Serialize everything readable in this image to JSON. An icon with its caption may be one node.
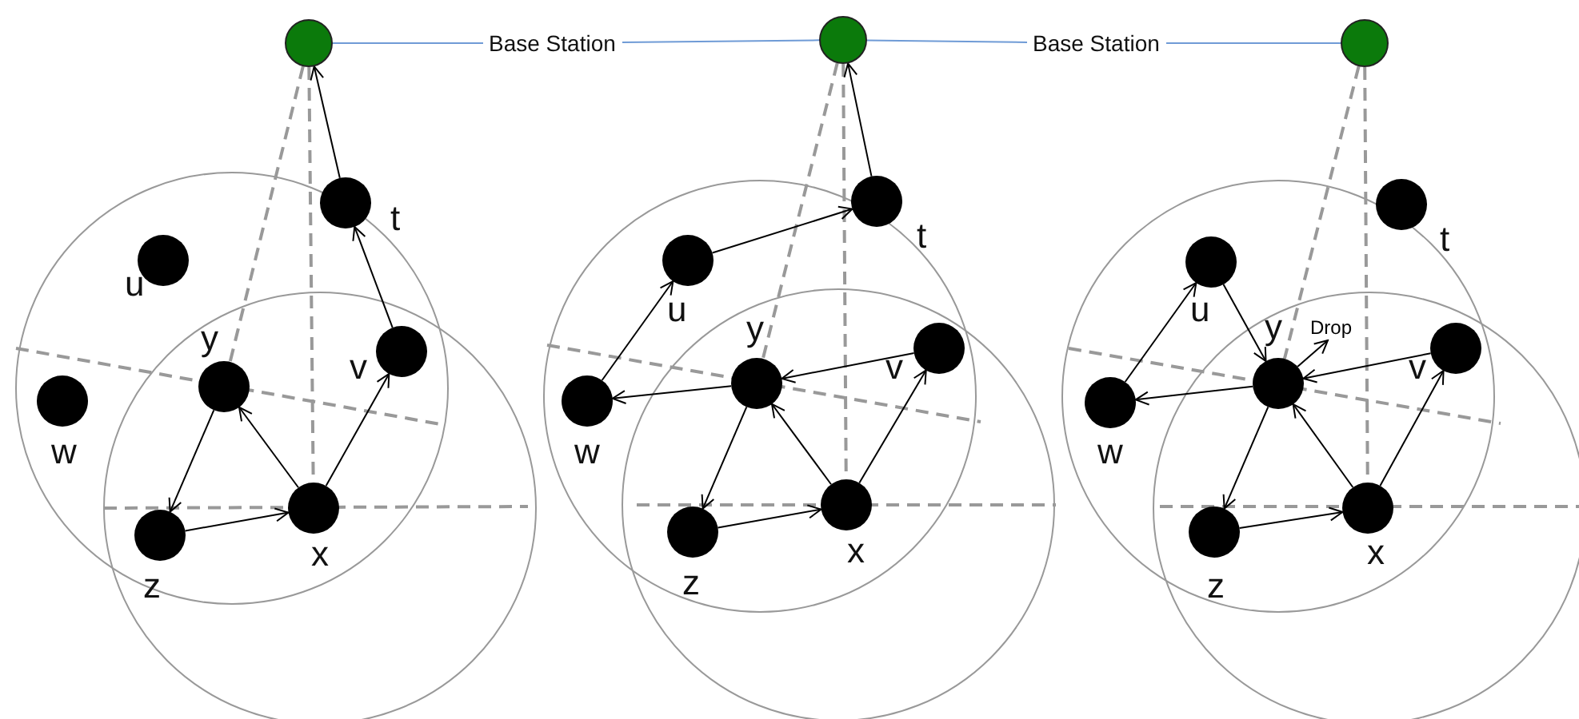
{
  "diagram": {
    "nodes": [
      {
        "text": [],
        "shape": "circle"
      },
      {
        "text": [
          "Base Station"
        ]
      },
      {
        "text": [],
        "shape": "circle"
      },
      {
        "text": [
          "Base Station"
        ]
      },
      {
        "text": [],
        "shape": "circle"
      },
      {
        "text": [],
        "shape": "circle",
        "beside": [
          "t"
        ]
      },
      {
        "text": [],
        "shape": "circle",
        "beside": [
          "u"
        ]
      },
      {
        "text": [],
        "shape": "circle",
        "beside": [
          "w"
        ]
      },
      {
        "text": [],
        "shape": "circle",
        "beside": [
          "y"
        ]
      },
      {
        "text": [],
        "shape": "circle",
        "beside": [
          "v"
        ]
      },
      {
        "text": [],
        "shape": "circle",
        "beside": [
          "z"
        ]
      },
      {
        "text": [],
        "shape": "circle",
        "beside": [
          "x"
        ]
      },
      {
        "text": [],
        "shape": "circle",
        "beside": [
          "t"
        ]
      },
      {
        "text": [],
        "shape": "circle",
        "beside": [
          "u"
        ]
      },
      {
        "text": [],
        "shape": "circle",
        "beside": [
          "w"
        ]
      },
      {
        "text": [],
        "shape": "circle",
        "beside": [
          "y"
        ]
      },
      {
        "text": [],
        "shape": "circle",
        "beside": [
          "v"
        ]
      },
      {
        "text": [],
        "shape": "circle",
        "beside": [
          "z"
        ]
      },
      {
        "text": [],
        "shape": "circle",
        "beside": [
          "x"
        ]
      },
      {
        "text": [],
        "shape": "circle",
        "beside": [
          "t"
        ]
      },
      {
        "text": [],
        "shape": "circle",
        "beside": [
          "u"
        ]
      },
      {
        "text": [],
        "shape": "circle",
        "beside": [
          "w"
        ]
      },
      {
        "text": [],
        "shape": "circle",
        "beside": [
          "y"
        ]
      },
      {
        "text": [],
        "shape": "circle",
        "beside": [
          "v"
        ]
      },
      {
        "text": [],
        "shape": "circle",
        "beside": [
          "z"
        ]
      },
      {
        "text": [],
        "shape": "circle",
        "beside": [
          "x"
        ]
      }
    ],
    "edges": [
      {
        "from": 0,
        "to": 1,
        "arrow": "none",
        "color": "#6f9bd6"
      },
      {
        "from": 1,
        "to": 2,
        "arrow": "none",
        "color": "#6f9bd6"
      },
      {
        "from": 2,
        "to": 3,
        "arrow": "none",
        "color": "#6f9bd6"
      },
      {
        "from": 3,
        "to": 4,
        "arrow": "none",
        "color": "#6f9bd6"
      },
      {
        "from": 0,
        "to": 8,
        "arrow": "none",
        "style": "dashed",
        "color": "#999999"
      },
      {
        "from": 0,
        "to": 11,
        "arrow": "none",
        "style": "dashed",
        "color": "#999999"
      },
      {
        "from": 5,
        "to": 0,
        "arrow": "to"
      },
      {
        "from": 9,
        "to": 5,
        "arrow": "to"
      },
      {
        "from": 11,
        "to": 9,
        "arrow": "to"
      },
      {
        "from": 11,
        "to": 8,
        "arrow": "to"
      },
      {
        "from": 8,
        "to": 10,
        "arrow": "to"
      },
      {
        "from": 10,
        "to": 11,
        "arrow": "to"
      },
      {
        "from": 2,
        "to": 15,
        "arrow": "none",
        "style": "dashed",
        "color": "#999999"
      },
      {
        "from": 2,
        "to": 18,
        "arrow": "none",
        "style": "dashed",
        "color": "#999999"
      },
      {
        "from": 12,
        "to": 2,
        "arrow": "to"
      },
      {
        "from": 13,
        "to": 12,
        "arrow": "to"
      },
      {
        "from": 14,
        "to": 13,
        "arrow": "to"
      },
      {
        "from": 15,
        "to": 14,
        "arrow": "to"
      },
      {
        "from": 16,
        "to": 15,
        "arrow": "to"
      },
      {
        "from": 18,
        "to": 15,
        "arrow": "to"
      },
      {
        "from": 18,
        "to": 16,
        "arrow": "to"
      },
      {
        "from": 15,
        "to": 17,
        "arrow": "to"
      },
      {
        "from": 17,
        "to": 18,
        "arrow": "to"
      },
      {
        "from": 4,
        "to": 22,
        "arrow": "none",
        "style": "dashed",
        "color": "#999999"
      },
      {
        "from": 4,
        "to": 25,
        "arrow": "none",
        "style": "dashed",
        "color": "#999999"
      },
      {
        "from": 21,
        "to": 20,
        "arrow": "to"
      },
      {
        "from": 20,
        "to": 22,
        "arrow": "to"
      },
      {
        "from": 23,
        "to": 22,
        "arrow": "to"
      },
      {
        "from": 22,
        "to": 21,
        "arrow": "to"
      },
      {
        "from": 25,
        "to": 22,
        "arrow": "to"
      },
      {
        "from": 25,
        "to": 23,
        "arrow": "to"
      },
      {
        "from": 22,
        "to": 24,
        "arrow": "to"
      },
      {
        "from": 24,
        "to": 25,
        "arrow": "to"
      },
      {
        "from": 22,
        "to": null,
        "arrow": "to",
        "label": "Drop"
      }
    ]
  }
}
